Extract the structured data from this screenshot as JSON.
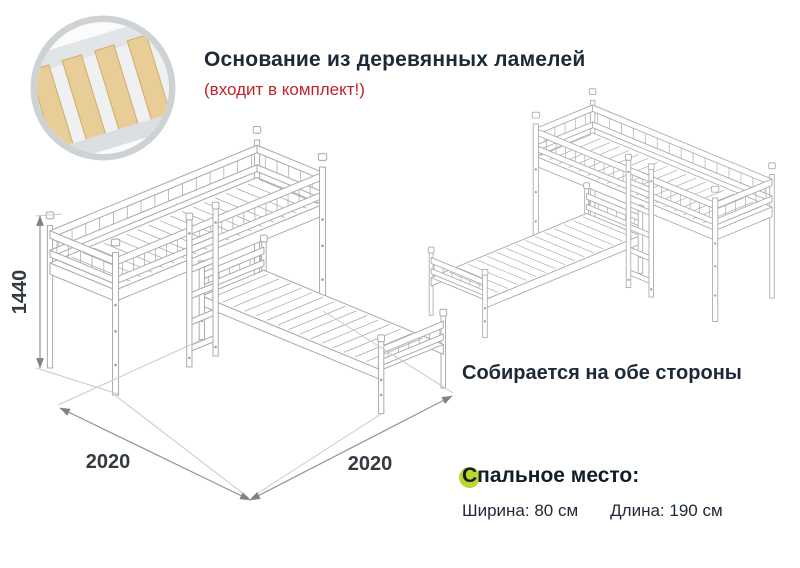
{
  "header": {
    "title": "Основание из деревянных ламелей",
    "note": "(входит в комплект!)"
  },
  "captions": {
    "both_sides": "Собирается на обе стороны"
  },
  "sleeping": {
    "title": "Спальное место:",
    "width": "Ширина: 80 см",
    "length": "Длина: 190 см"
  },
  "dimensions": {
    "height": "1440",
    "lower_bed_length": "2020",
    "upper_bed_length": "2020"
  },
  "icons": {
    "slats_inset": "wooden-slats-photo",
    "bullet": "green-dot"
  },
  "colors": {
    "accent_red": "#c2232b",
    "text_dark": "#1d2936",
    "line_gray": "#a6a9ad",
    "bullet_green": "#bdd62f",
    "slat_wood": "#e8cd97"
  }
}
